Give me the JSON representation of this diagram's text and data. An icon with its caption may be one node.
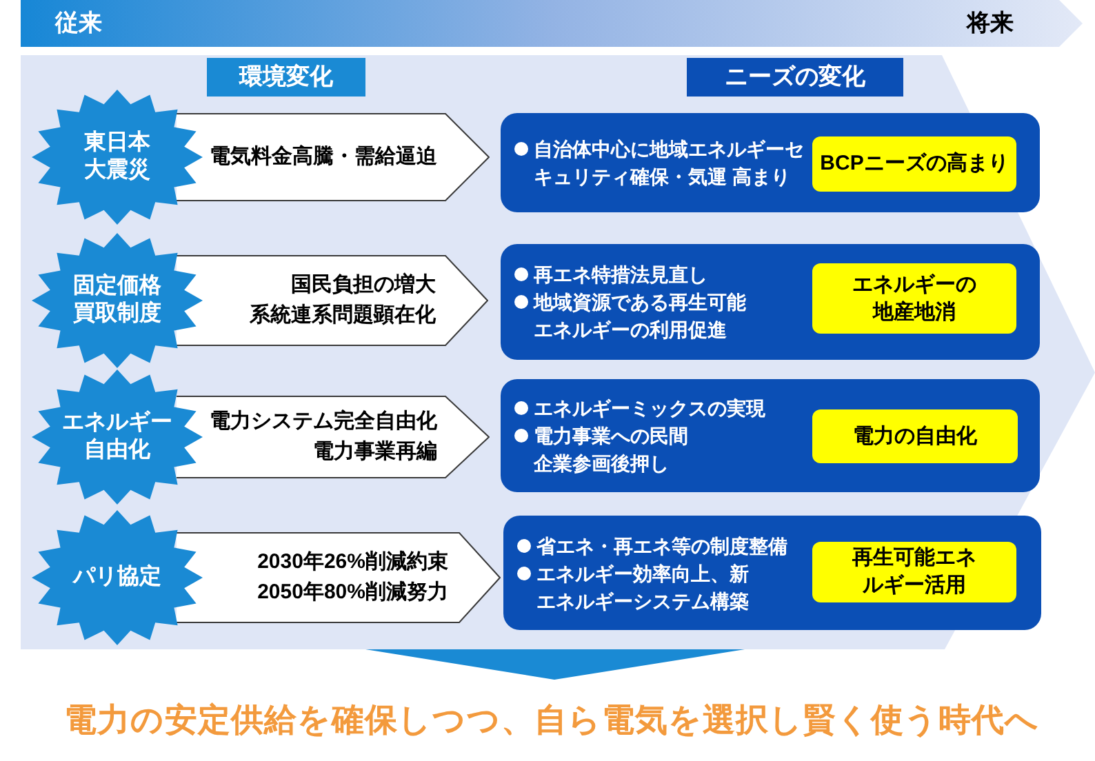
{
  "diagram": {
    "caption": "電力の安定供給を確保しつつ、自ら電気を選択し賢く使う時代へ",
    "nodes": [
      {
        "text": [
          "従来",
          "将来"
        ]
      },
      {
        "text": [],
        "shape": "chevron"
      },
      {
        "text": [
          "環境変化"
        ],
        "in": 1
      },
      {
        "text": [
          "ニーズの変化"
        ],
        "in": 1
      },
      {
        "text": [
          "東日本大震災"
        ],
        "in": 1
      },
      {
        "text": [
          "電気料金高騰・需給逼迫"
        ],
        "in": 1
      },
      {
        "text": [
          "自治体中心に地域エネルギーセキュリティ確保・気運 高まり"
        ],
        "in": 1
      },
      {
        "text": [
          "BCPニーズの高まり"
        ],
        "in": 6
      },
      {
        "text": [
          "固定価格買取制度"
        ],
        "in": 1
      },
      {
        "text": [
          "国民負担の増大",
          "系統連系問題顕在化"
        ],
        "in": 1
      },
      {
        "text": [
          "再エネ特措法見直し",
          "地域資源である再生可能エネルギーの利用促進"
        ],
        "in": 1
      },
      {
        "text": [
          "エネルギーの地産地消"
        ],
        "in": 10
      },
      {
        "text": [
          "エネルギー自由化"
        ],
        "in": 1
      },
      {
        "text": [
          "電力システム完全自由化",
          "電力事業再編"
        ],
        "in": 1
      },
      {
        "text": [
          "エネルギーミックスの実現",
          "電力事業への民間企業参画後押し"
        ],
        "in": 1
      },
      {
        "text": [
          "電力の自由化"
        ],
        "in": 14
      },
      {
        "text": [
          "パリ協定"
        ],
        "in": 1
      },
      {
        "text": [
          "2030年26%削減約束",
          "2050年80%削減努力"
        ],
        "in": 1
      },
      {
        "text": [
          "省エネ・再エネ等の制度整備",
          "エネルギー効率向上、新エネルギーシステム構築"
        ],
        "in": 1
      },
      {
        "text": [
          "再生可能エネルギー活用"
        ],
        "in": 18
      }
    ]
  }
}
